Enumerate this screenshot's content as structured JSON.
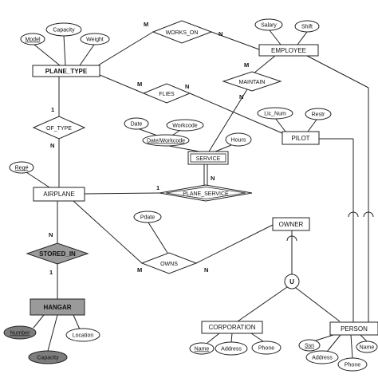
{
  "entities": {
    "plane_type": "PLANE_TYPE",
    "employee": "EMPLOYEE",
    "pilot": "PILOT",
    "service": "SERVICE",
    "airplane": "AIRPLANE",
    "owner": "OWNER",
    "hangar": "HANGAR",
    "corporation": "CORPORATION",
    "person": "PERSON"
  },
  "relationships": {
    "works_on": "WORKS_ON",
    "flies": "FLIES",
    "maintain": "MAINTAIN",
    "of_type": "OF_TYPE",
    "plane_service": "PLANE_SERVICE",
    "stored_in": "STORED_IN",
    "owns": "OWNS"
  },
  "attributes": {
    "model": "Model",
    "capacity": "Capacity",
    "weight": "Weight",
    "salary": "Salary",
    "shift": "Shift",
    "lic_num": "Lic_Num",
    "restr": "Restr",
    "date": "Date",
    "workcode": "Workcode",
    "date_workcode": "Date/Workcode",
    "hours": "Hours",
    "regno": "Reg#",
    "pdate": "Pdate",
    "number": "Number",
    "location": "Location",
    "hangar_capacity": "Capacity",
    "corp_name": "Name",
    "corp_address": "Address",
    "corp_phone": "Phone",
    "ssn": "Ssn",
    "person_address": "Address",
    "person_phone": "Phone",
    "person_name": "Name"
  },
  "cardinalities": {
    "works_on_left": "M",
    "works_on_right": "N",
    "flies_left": "M",
    "flies_right": "N",
    "maintain_top": "M",
    "maintain_bottom": "N",
    "of_type_top": "1",
    "of_type_bottom": "N",
    "plane_service_left": "1",
    "plane_service_right": "N",
    "stored_in_top": "N",
    "stored_in_bottom": "1",
    "owns_left": "M",
    "owns_right": "N"
  },
  "union_symbol": "U",
  "colors": {
    "ink": "#222222",
    "shaded_entity": "#9a9a9a",
    "shaded_attribute": "#7d7d7d"
  }
}
